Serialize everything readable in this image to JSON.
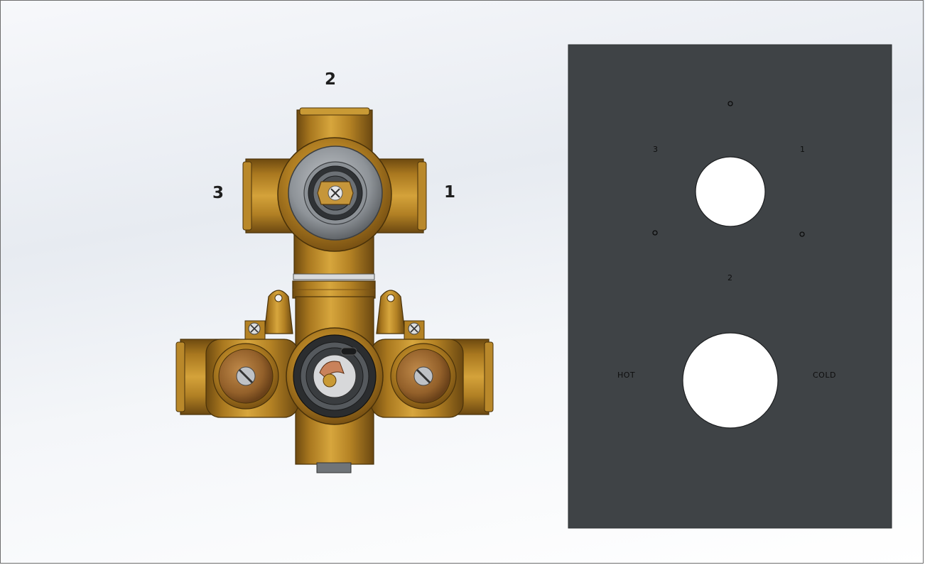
{
  "valve": {
    "port_labels": {
      "top": "2",
      "left": "3",
      "right": "1"
    },
    "brass_color": "#b8862a",
    "chrome_color": "#9a9ea4"
  },
  "faceplate": {
    "color": "#3f4346",
    "labels": {
      "port_3": "3",
      "port_1": "1",
      "port_2": "2",
      "hot": "HOT",
      "cold": "COLD"
    }
  }
}
